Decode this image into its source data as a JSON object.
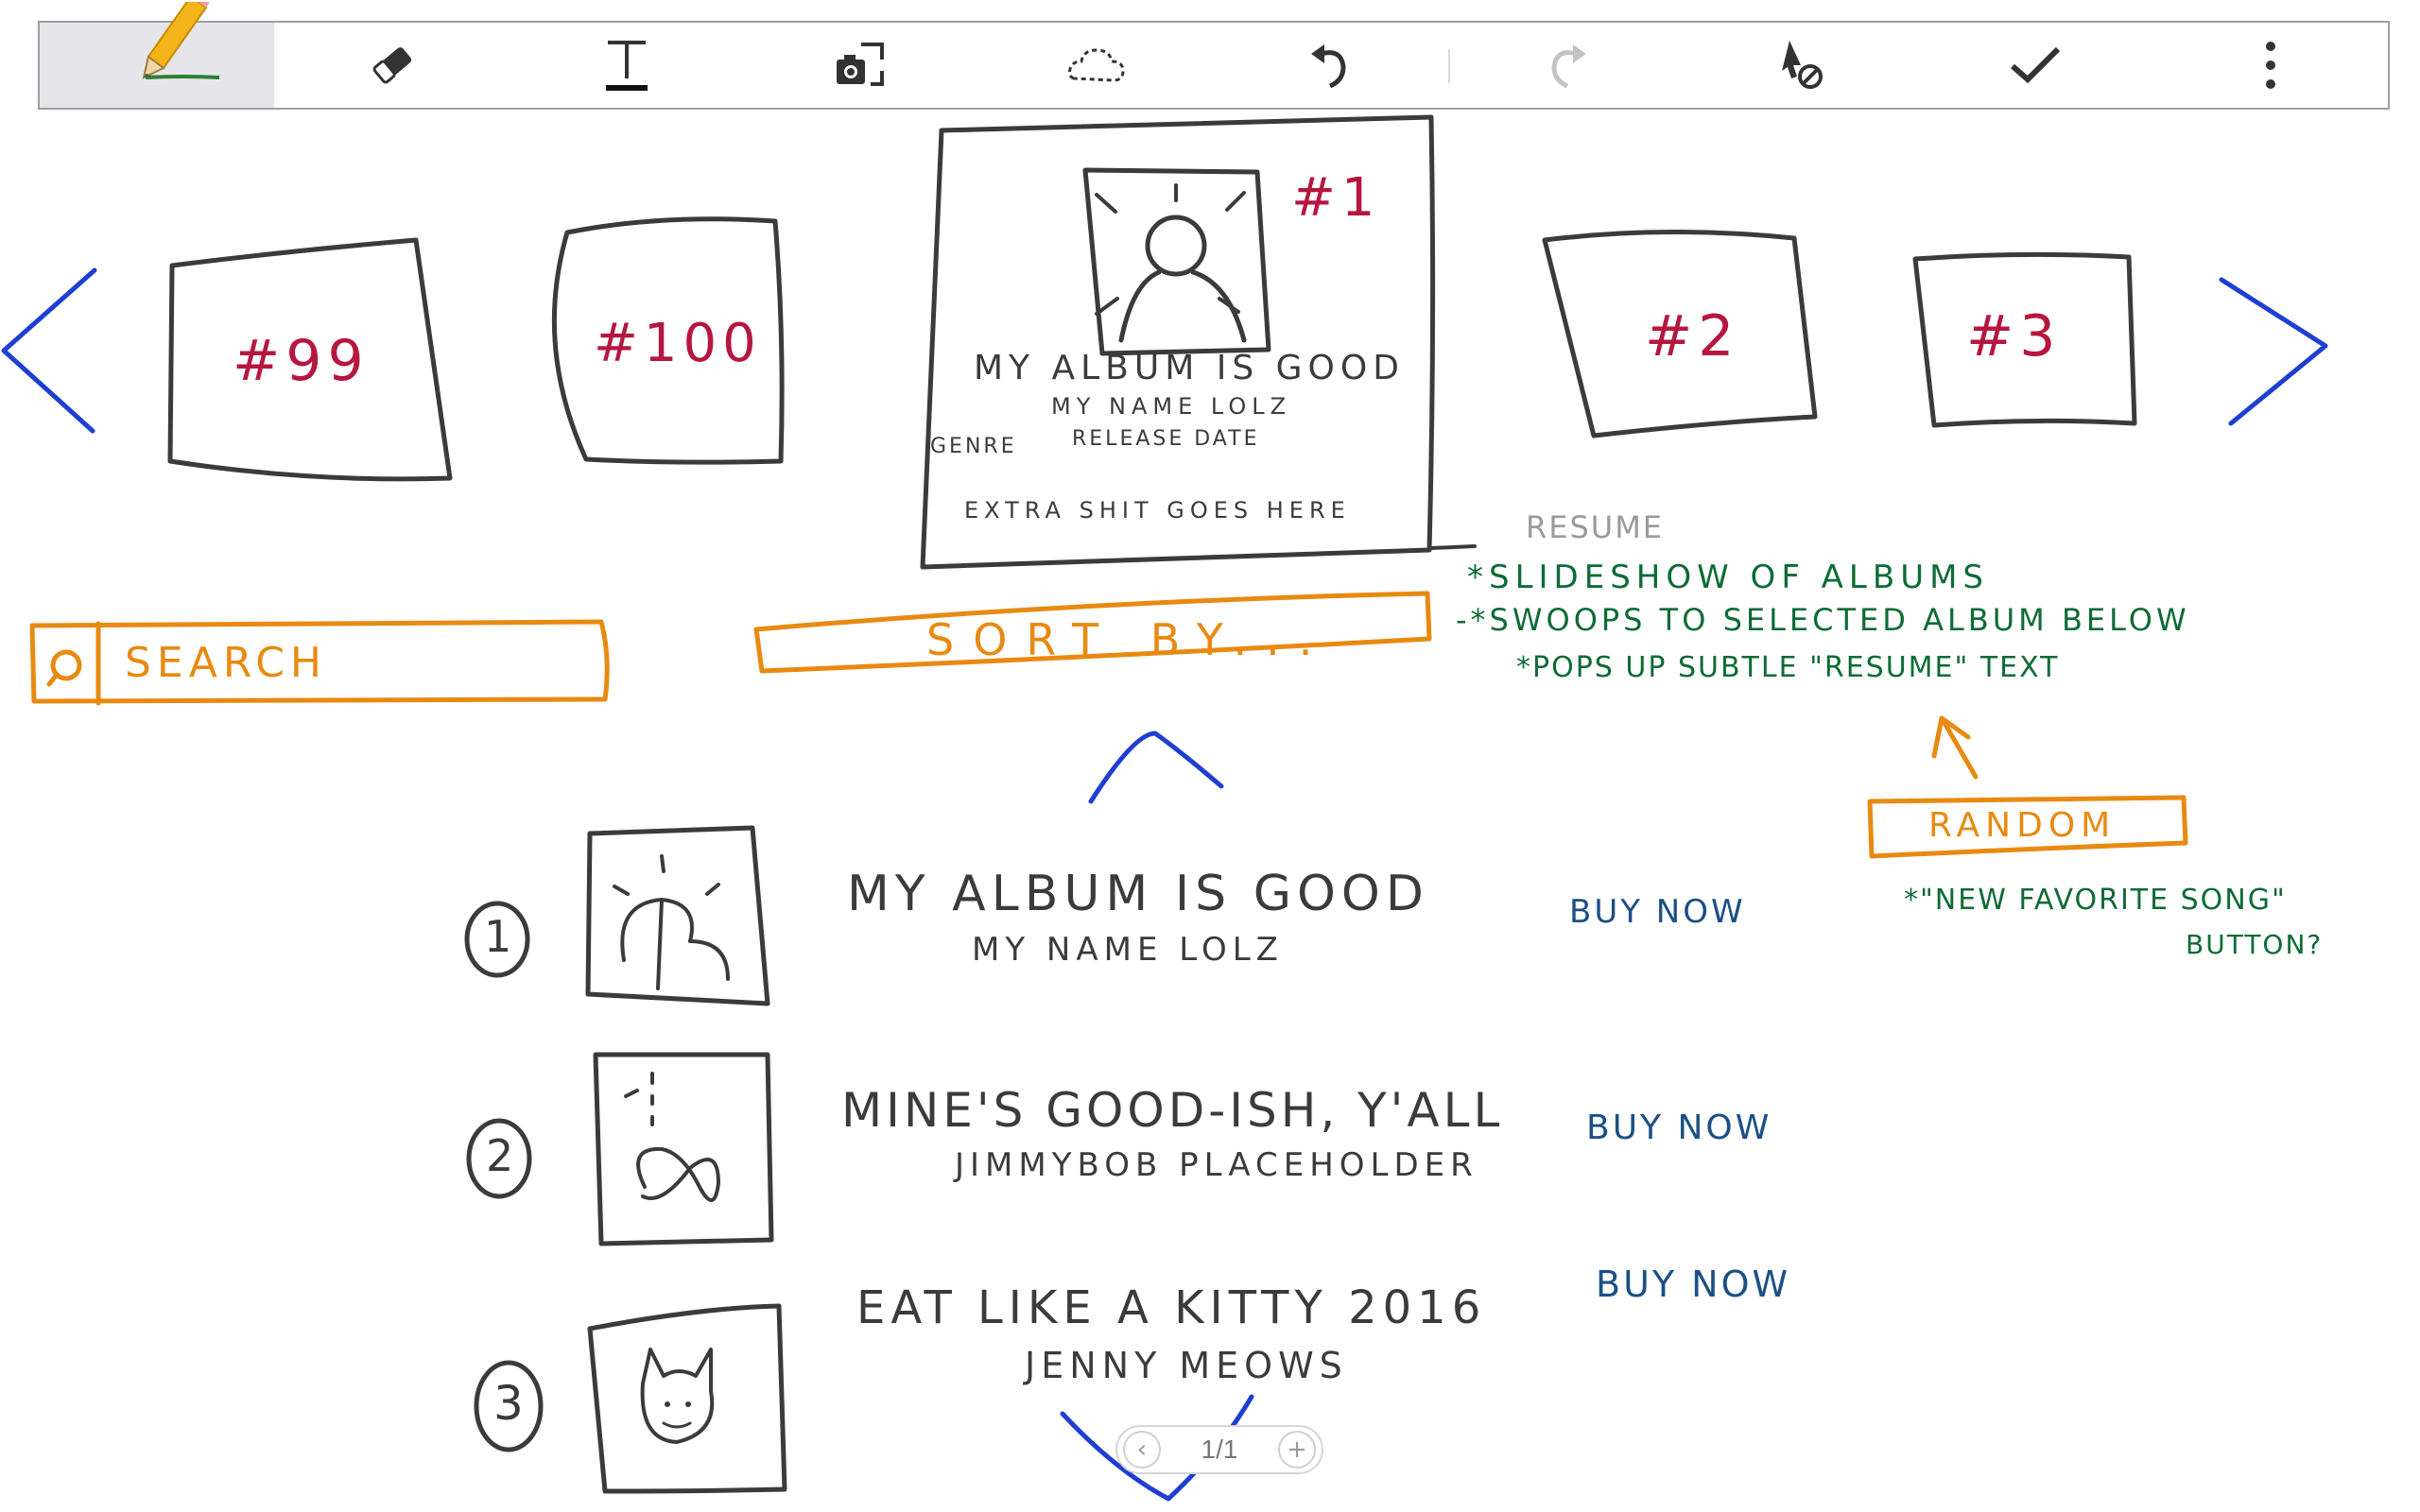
{
  "toolbar": {
    "tools": [
      {
        "name": "pencil-icon",
        "active": true
      },
      {
        "name": "eraser-icon"
      },
      {
        "name": "text-icon"
      },
      {
        "name": "screen-capture-icon"
      },
      {
        "name": "lasso-selection-icon"
      },
      {
        "name": "undo-icon"
      },
      {
        "name": "redo-icon",
        "disabled": true
      },
      {
        "name": "pen-only-mode-icon"
      },
      {
        "name": "done-check-icon"
      },
      {
        "name": "more-options-icon"
      }
    ],
    "accent_color": "#2e7d32"
  },
  "sketch": {
    "carousel": {
      "cards": [
        "#99",
        "#100",
        "#2",
        "#3"
      ],
      "featured": {
        "rank": "#1",
        "title": "MY ALBUM IS GOOD",
        "artist": "MY NAME LOLZ",
        "genre": "GENRE",
        "release_date": "RELEASE DATE",
        "extra": "EXTRA SHIT GOES HERE"
      }
    },
    "resume_label": "RESUME",
    "notes": [
      "*SLIDESHOW OF ALBUMS",
      "-*SWOOPS TO SELECTED ALBUM BELOW",
      "*POPS UP SUBTLE \"RESUME\" TEXT"
    ],
    "search_label": "SEARCH",
    "sort_label": "SORT BY...",
    "random_label": "RANDOM",
    "random_note_line1": "*\"NEW FAVORITE SONG\"",
    "random_note_line2": "BUTTON?",
    "list": [
      {
        "num": "1",
        "title": "MY ALBUM IS GOOD",
        "artist": "MY NAME LOLZ",
        "buy": "BUY NOW"
      },
      {
        "num": "2",
        "title": "MINE'S GOOD-ISH, Y'ALL",
        "artist": "JIMMYBOB PLACEHOLDER",
        "buy": "BUY NOW"
      },
      {
        "num": "3",
        "title": "EAT LIKE A KITTY 2016",
        "artist": "JENNY MEOWS",
        "buy": "BUY NOW"
      }
    ],
    "colors": {
      "pencil": "#3b3b3b",
      "red": "#b5173f",
      "blue": "#1f3fd1",
      "navy": "#1b4f86",
      "green": "#0e6b35",
      "orange": "#e88a12"
    }
  },
  "pager": {
    "label": "1/1",
    "prev_icon": "chevron-left-icon",
    "add_icon": "plus-icon"
  }
}
